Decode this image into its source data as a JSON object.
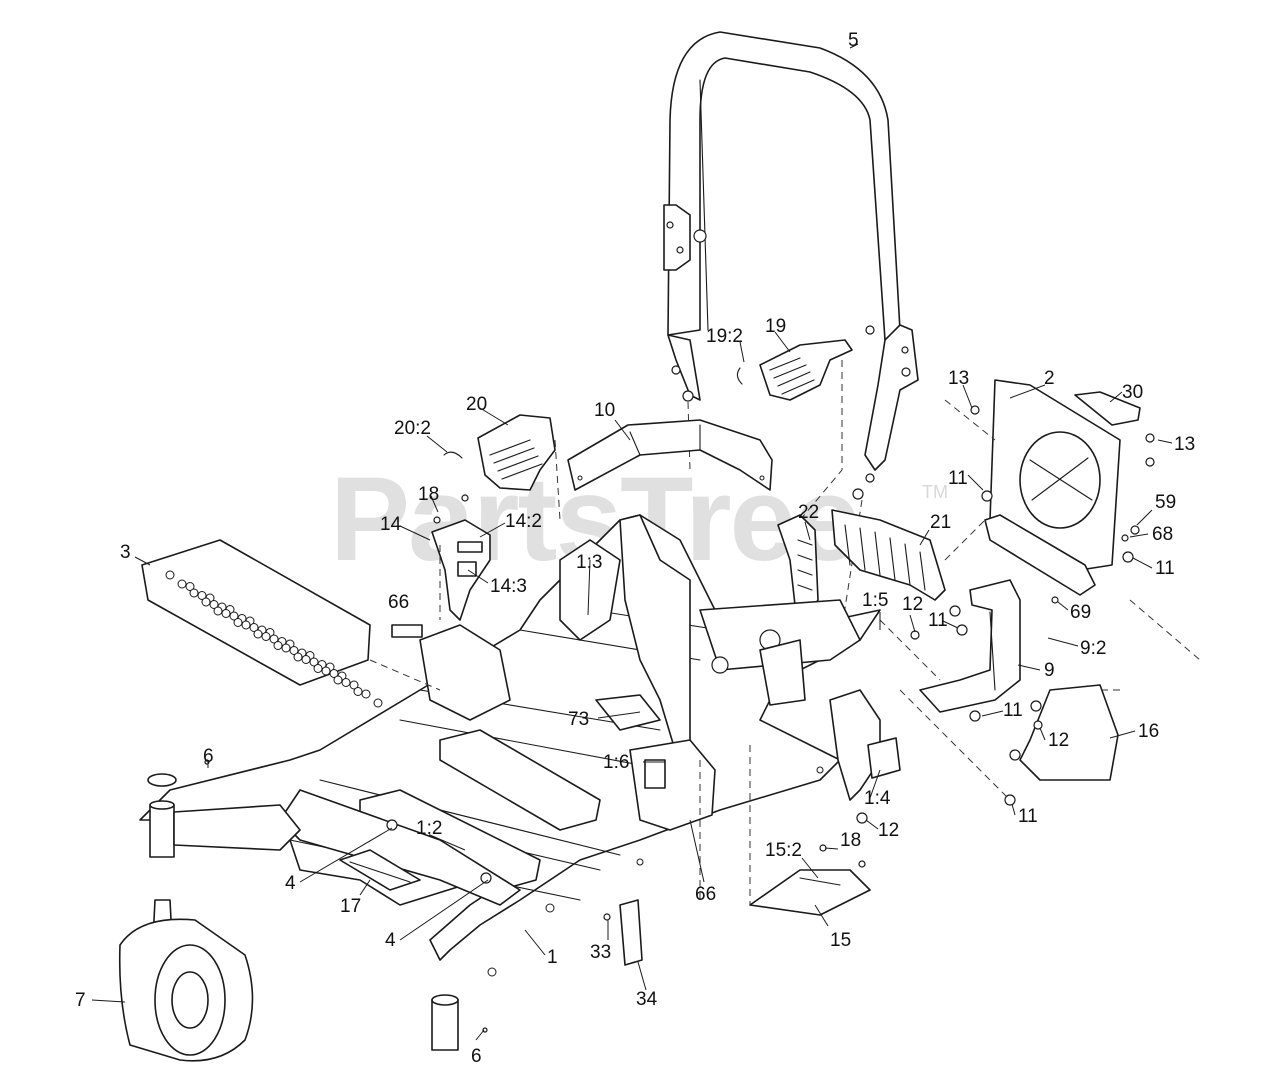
{
  "watermark": {
    "text": "PartsTree",
    "trademark": "TM"
  },
  "callouts": [
    {
      "id": "c5",
      "label": "5"
    },
    {
      "id": "c19-2",
      "label": "19:2"
    },
    {
      "id": "c19",
      "label": "19"
    },
    {
      "id": "c13a",
      "label": "13"
    },
    {
      "id": "c2",
      "label": "2"
    },
    {
      "id": "c30",
      "label": "30"
    },
    {
      "id": "c13b",
      "label": "13"
    },
    {
      "id": "c20",
      "label": "20"
    },
    {
      "id": "c10",
      "label": "10"
    },
    {
      "id": "c20-2",
      "label": "20:2"
    },
    {
      "id": "c11a",
      "label": "11"
    },
    {
      "id": "c59",
      "label": "59"
    },
    {
      "id": "c18a",
      "label": "18"
    },
    {
      "id": "c22",
      "label": "22"
    },
    {
      "id": "c21",
      "label": "21"
    },
    {
      "id": "c68",
      "label": "68"
    },
    {
      "id": "c14",
      "label": "14"
    },
    {
      "id": "c14-2",
      "label": "14:2"
    },
    {
      "id": "c11b",
      "label": "11"
    },
    {
      "id": "c3",
      "label": "3"
    },
    {
      "id": "c1-3",
      "label": "1:3"
    },
    {
      "id": "c14-3",
      "label": "14:3"
    },
    {
      "id": "c1-5",
      "label": "1:5"
    },
    {
      "id": "c12a",
      "label": "12"
    },
    {
      "id": "c69",
      "label": "69"
    },
    {
      "id": "c66a",
      "label": "66"
    },
    {
      "id": "c11c",
      "label": "11"
    },
    {
      "id": "c9-2",
      "label": "9:2"
    },
    {
      "id": "c9",
      "label": "9"
    },
    {
      "id": "c73",
      "label": "73"
    },
    {
      "id": "c11d",
      "label": "11"
    },
    {
      "id": "c16",
      "label": "16"
    },
    {
      "id": "c12b",
      "label": "12"
    },
    {
      "id": "c6a",
      "label": "6"
    },
    {
      "id": "c1-6",
      "label": "1:6"
    },
    {
      "id": "c1-4",
      "label": "1:4"
    },
    {
      "id": "c11e",
      "label": "11"
    },
    {
      "id": "c12c",
      "label": "12"
    },
    {
      "id": "c1-2",
      "label": "1:2"
    },
    {
      "id": "c18b",
      "label": "18"
    },
    {
      "id": "c15-2",
      "label": "15:2"
    },
    {
      "id": "c4a",
      "label": "4"
    },
    {
      "id": "c66b",
      "label": "66"
    },
    {
      "id": "c17",
      "label": "17"
    },
    {
      "id": "c4b",
      "label": "4"
    },
    {
      "id": "c15",
      "label": "15"
    },
    {
      "id": "c33",
      "label": "33"
    },
    {
      "id": "c1",
      "label": "1"
    },
    {
      "id": "c7",
      "label": "7"
    },
    {
      "id": "c34",
      "label": "34"
    },
    {
      "id": "c6b",
      "label": "6"
    }
  ]
}
